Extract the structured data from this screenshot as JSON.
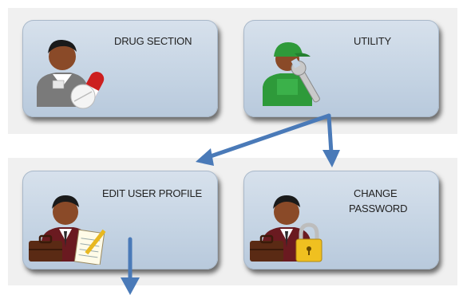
{
  "menu": {
    "tiles": [
      {
        "key": "drug",
        "label": "DRUG SECTION",
        "icon": "pharmacist-pills-icon"
      },
      {
        "key": "utility",
        "label": "UTILITY",
        "icon": "technician-wrench-icon"
      },
      {
        "key": "edit_profile",
        "label": "EDIT USER PROFILE",
        "icon": "user-briefcase-notepad-icon"
      },
      {
        "key": "change_password",
        "label_line1": "CHANGE",
        "label_line2": "PASSWORD",
        "icon": "user-briefcase-lock-icon"
      }
    ]
  },
  "colors": {
    "tile_fill": "#c9d7e6",
    "arrow": "#4a7ab8",
    "panel_bg": "#f0f0f0"
  }
}
